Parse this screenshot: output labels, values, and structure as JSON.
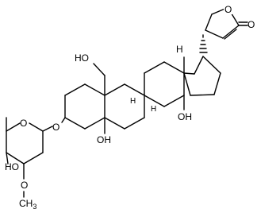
{
  "molecule": {
    "labels": {
      "ring_oxygen_lactone": "O",
      "carbonyl_oxygen": "O",
      "hydroxymethyl": "HO",
      "methyl_c13": "H",
      "hydroxyl_c14": "OH",
      "hydroxyl_c5": "OH",
      "glycosidic_oxygen": "O",
      "sugar_ring_oxygen": "O",
      "sugar_hydroxyl": "HO",
      "methoxy_oxygen": "O",
      "methoxy_methyl": "CH",
      "methoxy_subscript": "3"
    }
  }
}
